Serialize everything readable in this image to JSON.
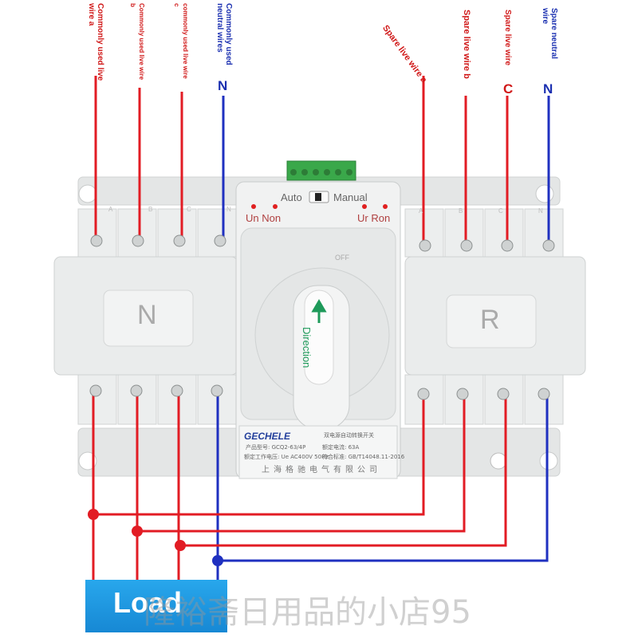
{
  "top_labels": [
    {
      "text": "Commonly used live\nwire a",
      "color": "red"
    },
    {
      "text": "Commonly used live wire\nb",
      "color": "red"
    },
    {
      "text": "commonly used live wire\nc",
      "color": "red"
    },
    {
      "text": "Commonly used\nneutral wires",
      "color": "blue"
    },
    {
      "text": "Spare live wire a",
      "color": "red"
    },
    {
      "text": "Spare live wire b",
      "color": "red"
    },
    {
      "text": "Spare live wire",
      "color": "red"
    },
    {
      "text": "Spare neutral\nwire",
      "color": "blue"
    }
  ],
  "wire_letters": [
    {
      "text": "N",
      "color": "blue"
    },
    {
      "text": "C",
      "color": "red"
    },
    {
      "text": "N",
      "color": "blue"
    }
  ],
  "device": {
    "mode_auto": "Auto",
    "mode_manual": "Manual",
    "left_indicators": "Un Non",
    "right_indicators": "Ur Ron",
    "left_panel_letter": "N",
    "right_panel_letter": "R",
    "direction_label": "Direction",
    "switch_positions": "OFF",
    "terminal_letters": [
      "A",
      "B",
      "C",
      "N",
      "A",
      "B",
      "C",
      "N"
    ],
    "brand": "GECHELE",
    "plate_model": "产品型号: GCQ2-63/4P",
    "plate_current": "额定电流: 63A",
    "plate_voltage": "额定工作电压: Ue AC400V 50Hz",
    "plate_standard": "符合标准: GB/T14048.11-2016",
    "plate_title": "双电源自动转换开关",
    "maker": "上海格驰电气有限公司"
  },
  "load_label": "Load",
  "watermark": "隆裕斋日用品的小店95",
  "colors": {
    "live": "#e21c24",
    "neutral": "#1f30c0",
    "load_box": "#1e97e2"
  }
}
